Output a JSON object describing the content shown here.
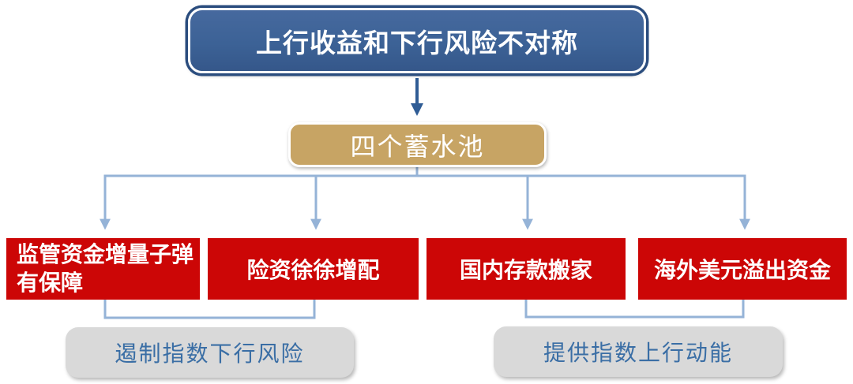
{
  "diagram": {
    "title": "上行收益和下行风险不对称",
    "hub": "四个蓄水池",
    "reservoirs": [
      {
        "label": "监管资金增量子弹\n有保障"
      },
      {
        "label": "险资徐徐增配"
      },
      {
        "label": "国内存款搬家"
      },
      {
        "label": "海外美元溢出资金"
      }
    ],
    "outcomes": [
      {
        "label": "遏制指数下行风险"
      },
      {
        "label": "提供指数上行动能"
      }
    ],
    "colors": {
      "title_fill": "#3C6296",
      "title_outline": "#2B4D7E",
      "hub_fill": "#C7A464",
      "reservoir_fill": "#CC0606",
      "outcome_fill": "#D9D9D9",
      "outcome_text": "#3A6EA5",
      "connector_light": "#95B3D7",
      "connector_dark": "#2F5C95",
      "box_text": "#FFFFFF"
    }
  }
}
